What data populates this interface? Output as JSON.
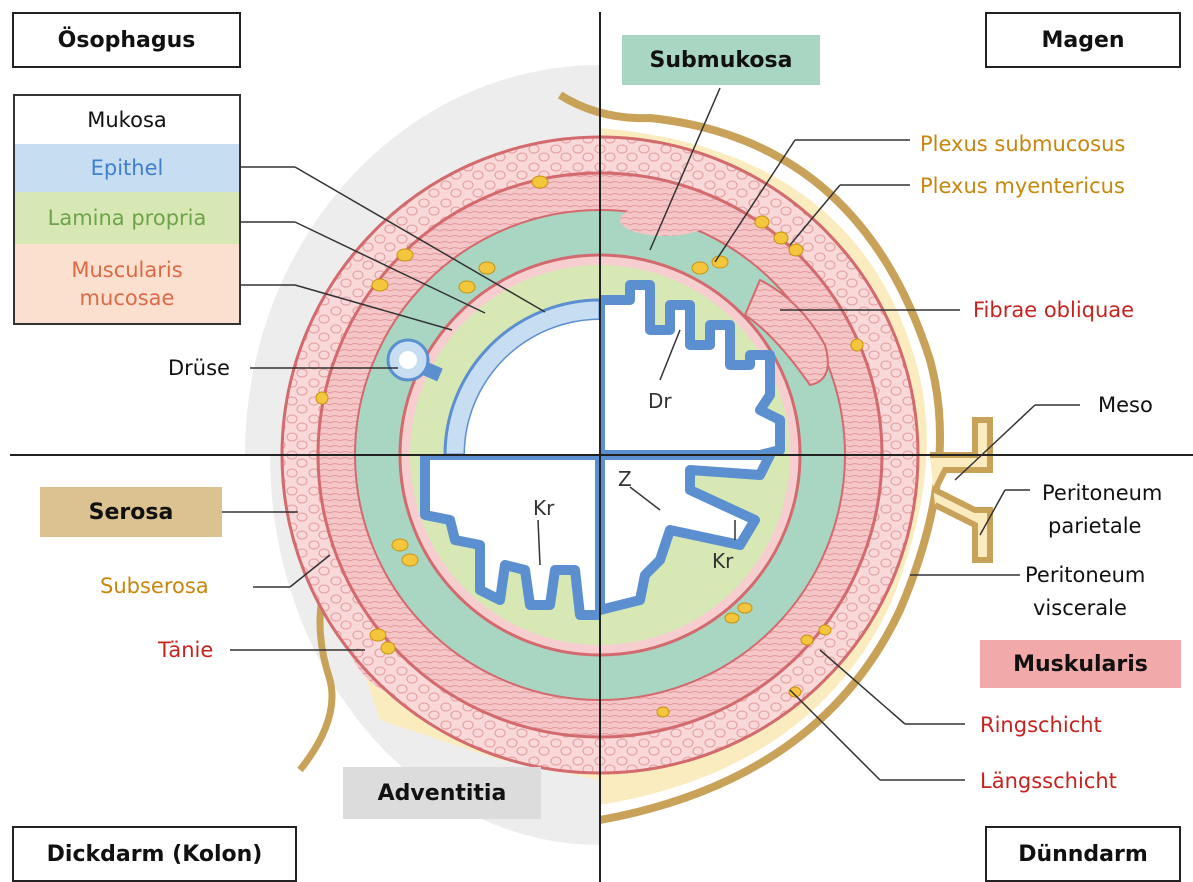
{
  "quadrants": {
    "top_left": "Ösophagus",
    "top_right": "Magen",
    "bottom_left": "Dickdarm (Kolon)",
    "bottom_right": "Dünndarm"
  },
  "legend": {
    "mukosa": "Mukosa",
    "epithel": "Epithel",
    "lamina_propria": "Lamina propria",
    "muscularis_line1": "Muscularis",
    "muscularis_line2": "mucosae"
  },
  "layers": {
    "submukosa": "Submukosa",
    "serosa": "Serosa",
    "subserosa": "Subserosa",
    "taenie": "Tänie",
    "adventitia": "Adventitia",
    "muskularis": "Muskularis"
  },
  "labels": {
    "druese": "Drüse",
    "plexus_submucosus": "Plexus submucosus",
    "plexus_myentericus": "Plexus myentericus",
    "fibrae_obliquae": "Fibrae obliquae",
    "meso": "Meso",
    "peritoneum_parietale_1": "Peritoneum",
    "peritoneum_parietale_2": "parietale",
    "peritoneum_viscerale_1": "Peritoneum",
    "peritoneum_viscerale_2": "viscerale",
    "ringschicht": "Ringschicht",
    "laengsschicht": "Längsschicht",
    "dr": "Dr",
    "kr_left": "Kr",
    "kr_right": "Kr",
    "z": "Z"
  },
  "colors": {
    "epithel": "#c6ddf2",
    "epithel_line": "#5b8fd0",
    "lamina_propria": "#d7e8b5",
    "muscularis": "#f6ced0",
    "muscularis_line": "#d26a6e",
    "submukosa": "#a9d6c3",
    "serosa": "#dcc290",
    "subserosa": "#fbecc0",
    "fat": "#f3c63e",
    "adventitia": "#dcdcdc",
    "label_orange": "#c8860d",
    "label_red": "#c6231e",
    "label_blue": "#3f7fce",
    "label_green": "#6fa34a",
    "label_salmon": "#dc6a47"
  }
}
